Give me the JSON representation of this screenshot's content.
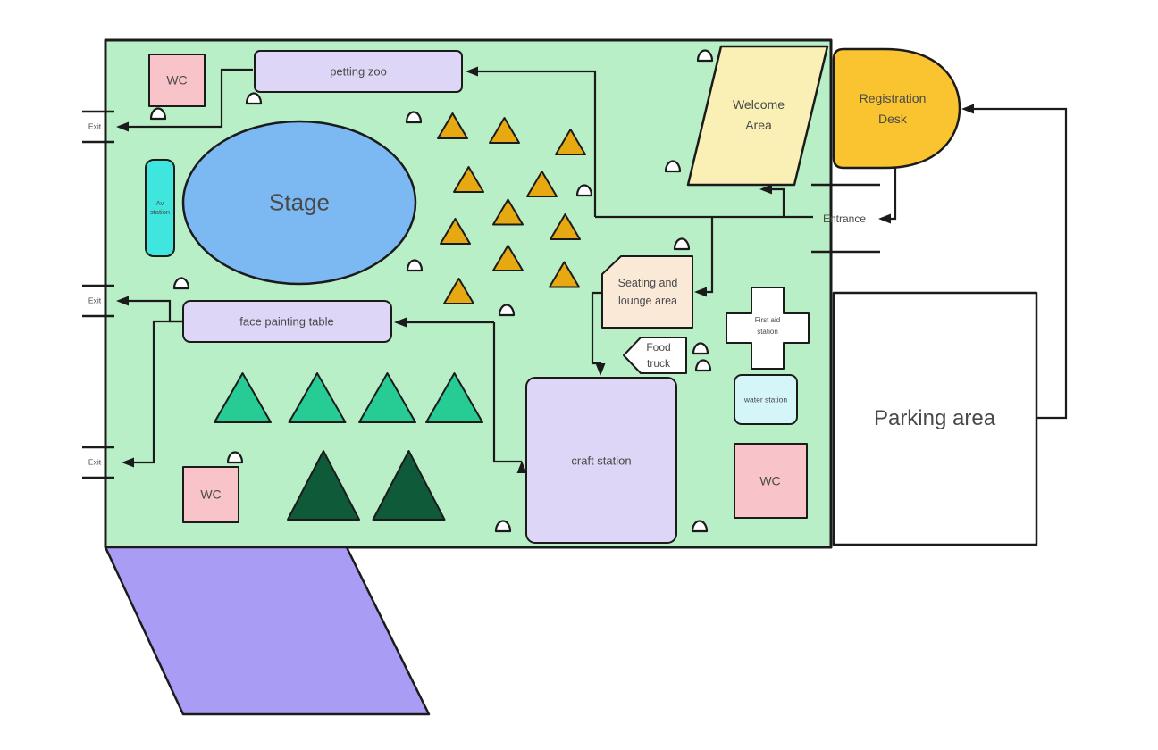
{
  "colors": {
    "canvas_bg": "#ffffff",
    "ground": "#b9efc6",
    "outline": "#1b1b1b",
    "label_text": "#494949",
    "lavender": "#ddd6f6",
    "pink": "#f9c3ca",
    "turquoise": "#3ee6dd",
    "stage_blue": "#7cb9f2",
    "pale_yellow": "#faf0b5",
    "gold": "#f9c430",
    "peach": "#fbe9d8",
    "aqua": "#d5f6f9",
    "white": "#ffffff",
    "gold_triangle": "#e7a912",
    "teal_triangle": "#27cb94",
    "dark_green_triangle": "#0e5a39",
    "purple": "#a89cf5"
  },
  "nodes": {
    "stage": {
      "label": "Stage"
    },
    "petting_zoo": {
      "label": "petting zoo"
    },
    "wc_top_left": {
      "label": "WC"
    },
    "wc_bottom_left": {
      "label": "WC"
    },
    "wc_bottom_right": {
      "label": "WC"
    },
    "av_station": {
      "label": "Av\nstation"
    },
    "face_painting_table": {
      "label": "face painting table"
    },
    "craft_station": {
      "label": "craft station"
    },
    "seating_lounge": {
      "label": "Seating and\nlounge area"
    },
    "food_truck": {
      "label": "Food\ntruck"
    },
    "first_aid": {
      "label": "First aid\nstation"
    },
    "water_station": {
      "label": "water station"
    },
    "welcome_area": {
      "label": "Welcome\nArea"
    },
    "registration_desk": {
      "label": "Registration\nDesk"
    },
    "parking_area": {
      "label": "Parking area"
    }
  },
  "labels": {
    "entrance": "Entrance",
    "exit": "Exit"
  },
  "decor": {
    "gold_triangle_count": 11,
    "teal_triangle_count": 4,
    "dark_green_triangle_count": 2,
    "door_marker_count": 15
  },
  "connections": [
    {
      "from": "entrance",
      "to": "petting_zoo"
    },
    {
      "from": "entrance",
      "to": "welcome_area"
    },
    {
      "from": "entrance",
      "to": "seating_lounge"
    },
    {
      "from": "registration_desk",
      "to": "entrance"
    },
    {
      "from": "parking_area",
      "to": "registration_desk"
    },
    {
      "from": "seating_lounge",
      "to": "craft_station"
    },
    {
      "from": "face_painting_table",
      "to": "craft_station",
      "bidirectional": true
    },
    {
      "from": "petting_zoo",
      "to": "exit_1"
    },
    {
      "from": "face_painting_table",
      "to": "exit_2"
    },
    {
      "from": "face_painting_table",
      "to": "exit_3"
    }
  ]
}
